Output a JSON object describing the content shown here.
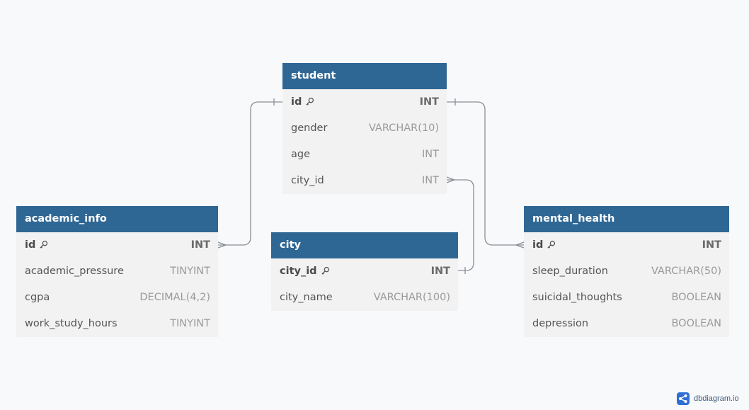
{
  "colors": {
    "header": "#2f6794",
    "row": "#f2f2f2",
    "canvas": "#f8f9fa",
    "edge": "#8a8f96"
  },
  "tables": {
    "student": {
      "name": "student",
      "fields": [
        {
          "name": "id",
          "type": "INT",
          "pk": true
        },
        {
          "name": "gender",
          "type": "VARCHAR(10)"
        },
        {
          "name": "age",
          "type": "INT"
        },
        {
          "name": "city_id",
          "type": "INT"
        }
      ]
    },
    "academic_info": {
      "name": "academic_info",
      "fields": [
        {
          "name": "id",
          "type": "INT",
          "pk": true
        },
        {
          "name": "academic_pressure",
          "type": "TINYINT"
        },
        {
          "name": "cgpa",
          "type": "DECIMAL(4,2)"
        },
        {
          "name": "work_study_hours",
          "type": "TINYINT"
        }
      ]
    },
    "city": {
      "name": "city",
      "fields": [
        {
          "name": "city_id",
          "type": "INT",
          "pk": true
        },
        {
          "name": "city_name",
          "type": "VARCHAR(100)"
        }
      ]
    },
    "mental_health": {
      "name": "mental_health",
      "fields": [
        {
          "name": "id",
          "type": "INT",
          "pk": true
        },
        {
          "name": "sleep_duration",
          "type": "VARCHAR(50)"
        },
        {
          "name": "suicidal_thoughts",
          "type": "BOOLEAN"
        },
        {
          "name": "depression",
          "type": "BOOLEAN"
        }
      ]
    }
  },
  "relationships": [
    {
      "from": "student.id",
      "from_card": "one",
      "to": "academic_info.id",
      "to_card": "many"
    },
    {
      "from": "student.id",
      "from_card": "one",
      "to": "mental_health.id",
      "to_card": "many"
    },
    {
      "from": "city.city_id",
      "from_card": "one",
      "to": "student.city_id",
      "to_card": "many"
    }
  ],
  "brand": {
    "text": "dbdiagram.io",
    "icon": "dbdiagram-logo-icon"
  }
}
